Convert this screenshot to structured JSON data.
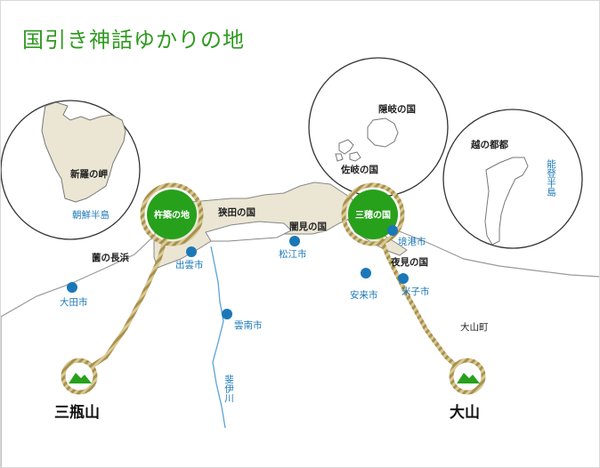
{
  "title": "国引き神話ゆかりの地",
  "colors": {
    "title": "#2f9a1f",
    "coast": "#9a9a9a",
    "highlight_land": "#ebe6d3",
    "green_circle": "#27a11b",
    "rope": "#c9b67a",
    "city_dot": "#1a78b8",
    "river": "#5aa3d6"
  },
  "places": {
    "kizuki": "杵築の地",
    "mihonokuni": "三穂の国",
    "sadanokuni": "狭田の国",
    "kuminokuni": "闇見の国",
    "sonoosagahama": "薗の長浜",
    "yominokuni": "夜見の国",
    "shiragi_cape": "新羅の岬",
    "oki": "隠岐の国",
    "saki": "佐岐の国",
    "koshi": "越の都都"
  },
  "peninsulas": {
    "korea_vertical": "朝鮮半島",
    "noto_vertical": "能登半島"
  },
  "cities": {
    "izumo": "出雲市",
    "matsue": "松江市",
    "sakaiminato": "境港市",
    "yasugi": "安来市",
    "yonago": "米子市",
    "unnan": "雲南市",
    "oda": "大田市",
    "daisen_town": "大山町"
  },
  "river": "斐伊川",
  "mountains": {
    "sanbe": "三瓶山",
    "daisen": "大山"
  },
  "icons": [
    "mountain-icon",
    "city-marker"
  ]
}
